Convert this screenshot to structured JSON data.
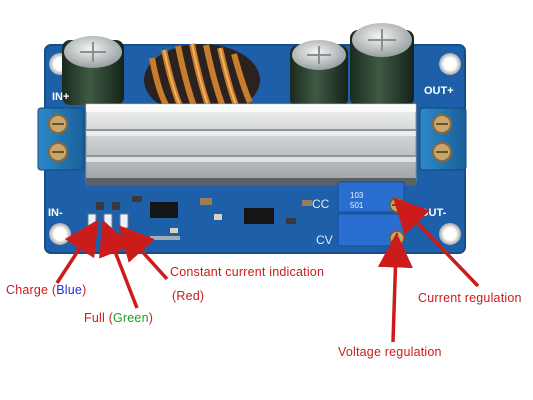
{
  "board_text": {
    "in_plus": "IN+",
    "in_minus": "IN-",
    "out_plus": "OUT+",
    "out_minus": "OUT-",
    "cc": "CC",
    "cv": "CV",
    "pot_code": "103",
    "pot_code_2": "501"
  },
  "labels": {
    "charge_prefix": "Charge (",
    "charge_color": "Blue",
    "charge_suffix": ")",
    "full_prefix": "Full (",
    "full_color": "Green",
    "full_suffix": ")",
    "constant_current": "Constant current indication",
    "constant_current_color": "(Red)",
    "current_regulation": "Current regulation",
    "voltage_regulation": "Voltage regulation"
  },
  "colors": {
    "pcb": "#1d5fa8",
    "annotation": "#cc1b1b",
    "blue": "#1f2fd6",
    "green": "#1aa12a"
  }
}
